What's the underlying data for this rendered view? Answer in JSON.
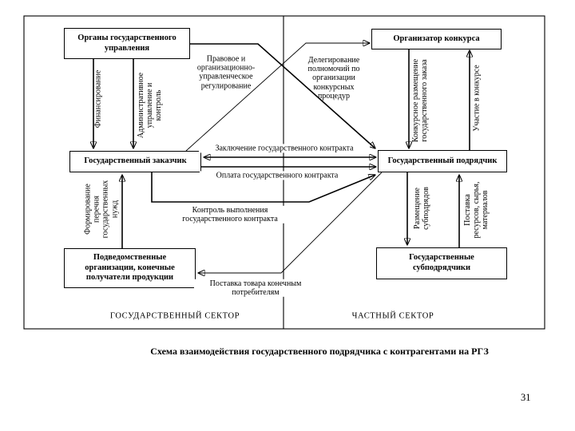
{
  "document": {
    "caption": "Схема взаимодействия государственного подрядчика с контрагентами на РГЗ",
    "page_number": "31"
  },
  "diagram": {
    "sector_left": "ГОСУДАРСТВЕННЫЙ СЕКТОР",
    "sector_right": "ЧАСТНЫЙ СЕКТОР",
    "boxes": {
      "gov_bodies": "Органы государственного\nуправления",
      "tender_organizer": "Организатор конкурса",
      "state_customer": "Государственный заказчик",
      "state_contractor": "Государственный подрядчик",
      "subordinate_orgs": "Подведомственные\nорганизации, конечные\nполучатели продукции",
      "state_subcontractors": "Государственные\nсубподрядчики"
    },
    "flows": {
      "financing": "Финансирование",
      "admin_control": "Административное\nуправление и\nконтроль",
      "legal_regulation": "Правовое и\nорганизационно-\nуправленческое\nрегулирование",
      "delegation": "Делегирование\nполномочий по\nорганизации\nконкурсных\nпроцедур",
      "tender_placement": "Конкурсное размещение\nгосударственного заказа",
      "participation": "Участие в конкурсе",
      "contract_conclusion": "Заключение государственного контракта",
      "contract_payment": "Оплата государственного контракта",
      "contract_control": "Контроль выполнения\nгосударственного контракта",
      "needs_list_formation": "Формирование\nперечня\nгосударственных\nнужд",
      "goods_delivery": "Поставка товара конечным\nпотребителям",
      "subcontract_placement": "Размещение\nсубподрядов",
      "resources_supply": "Поставка\nресурсов, сырья,\nматериалов"
    }
  }
}
